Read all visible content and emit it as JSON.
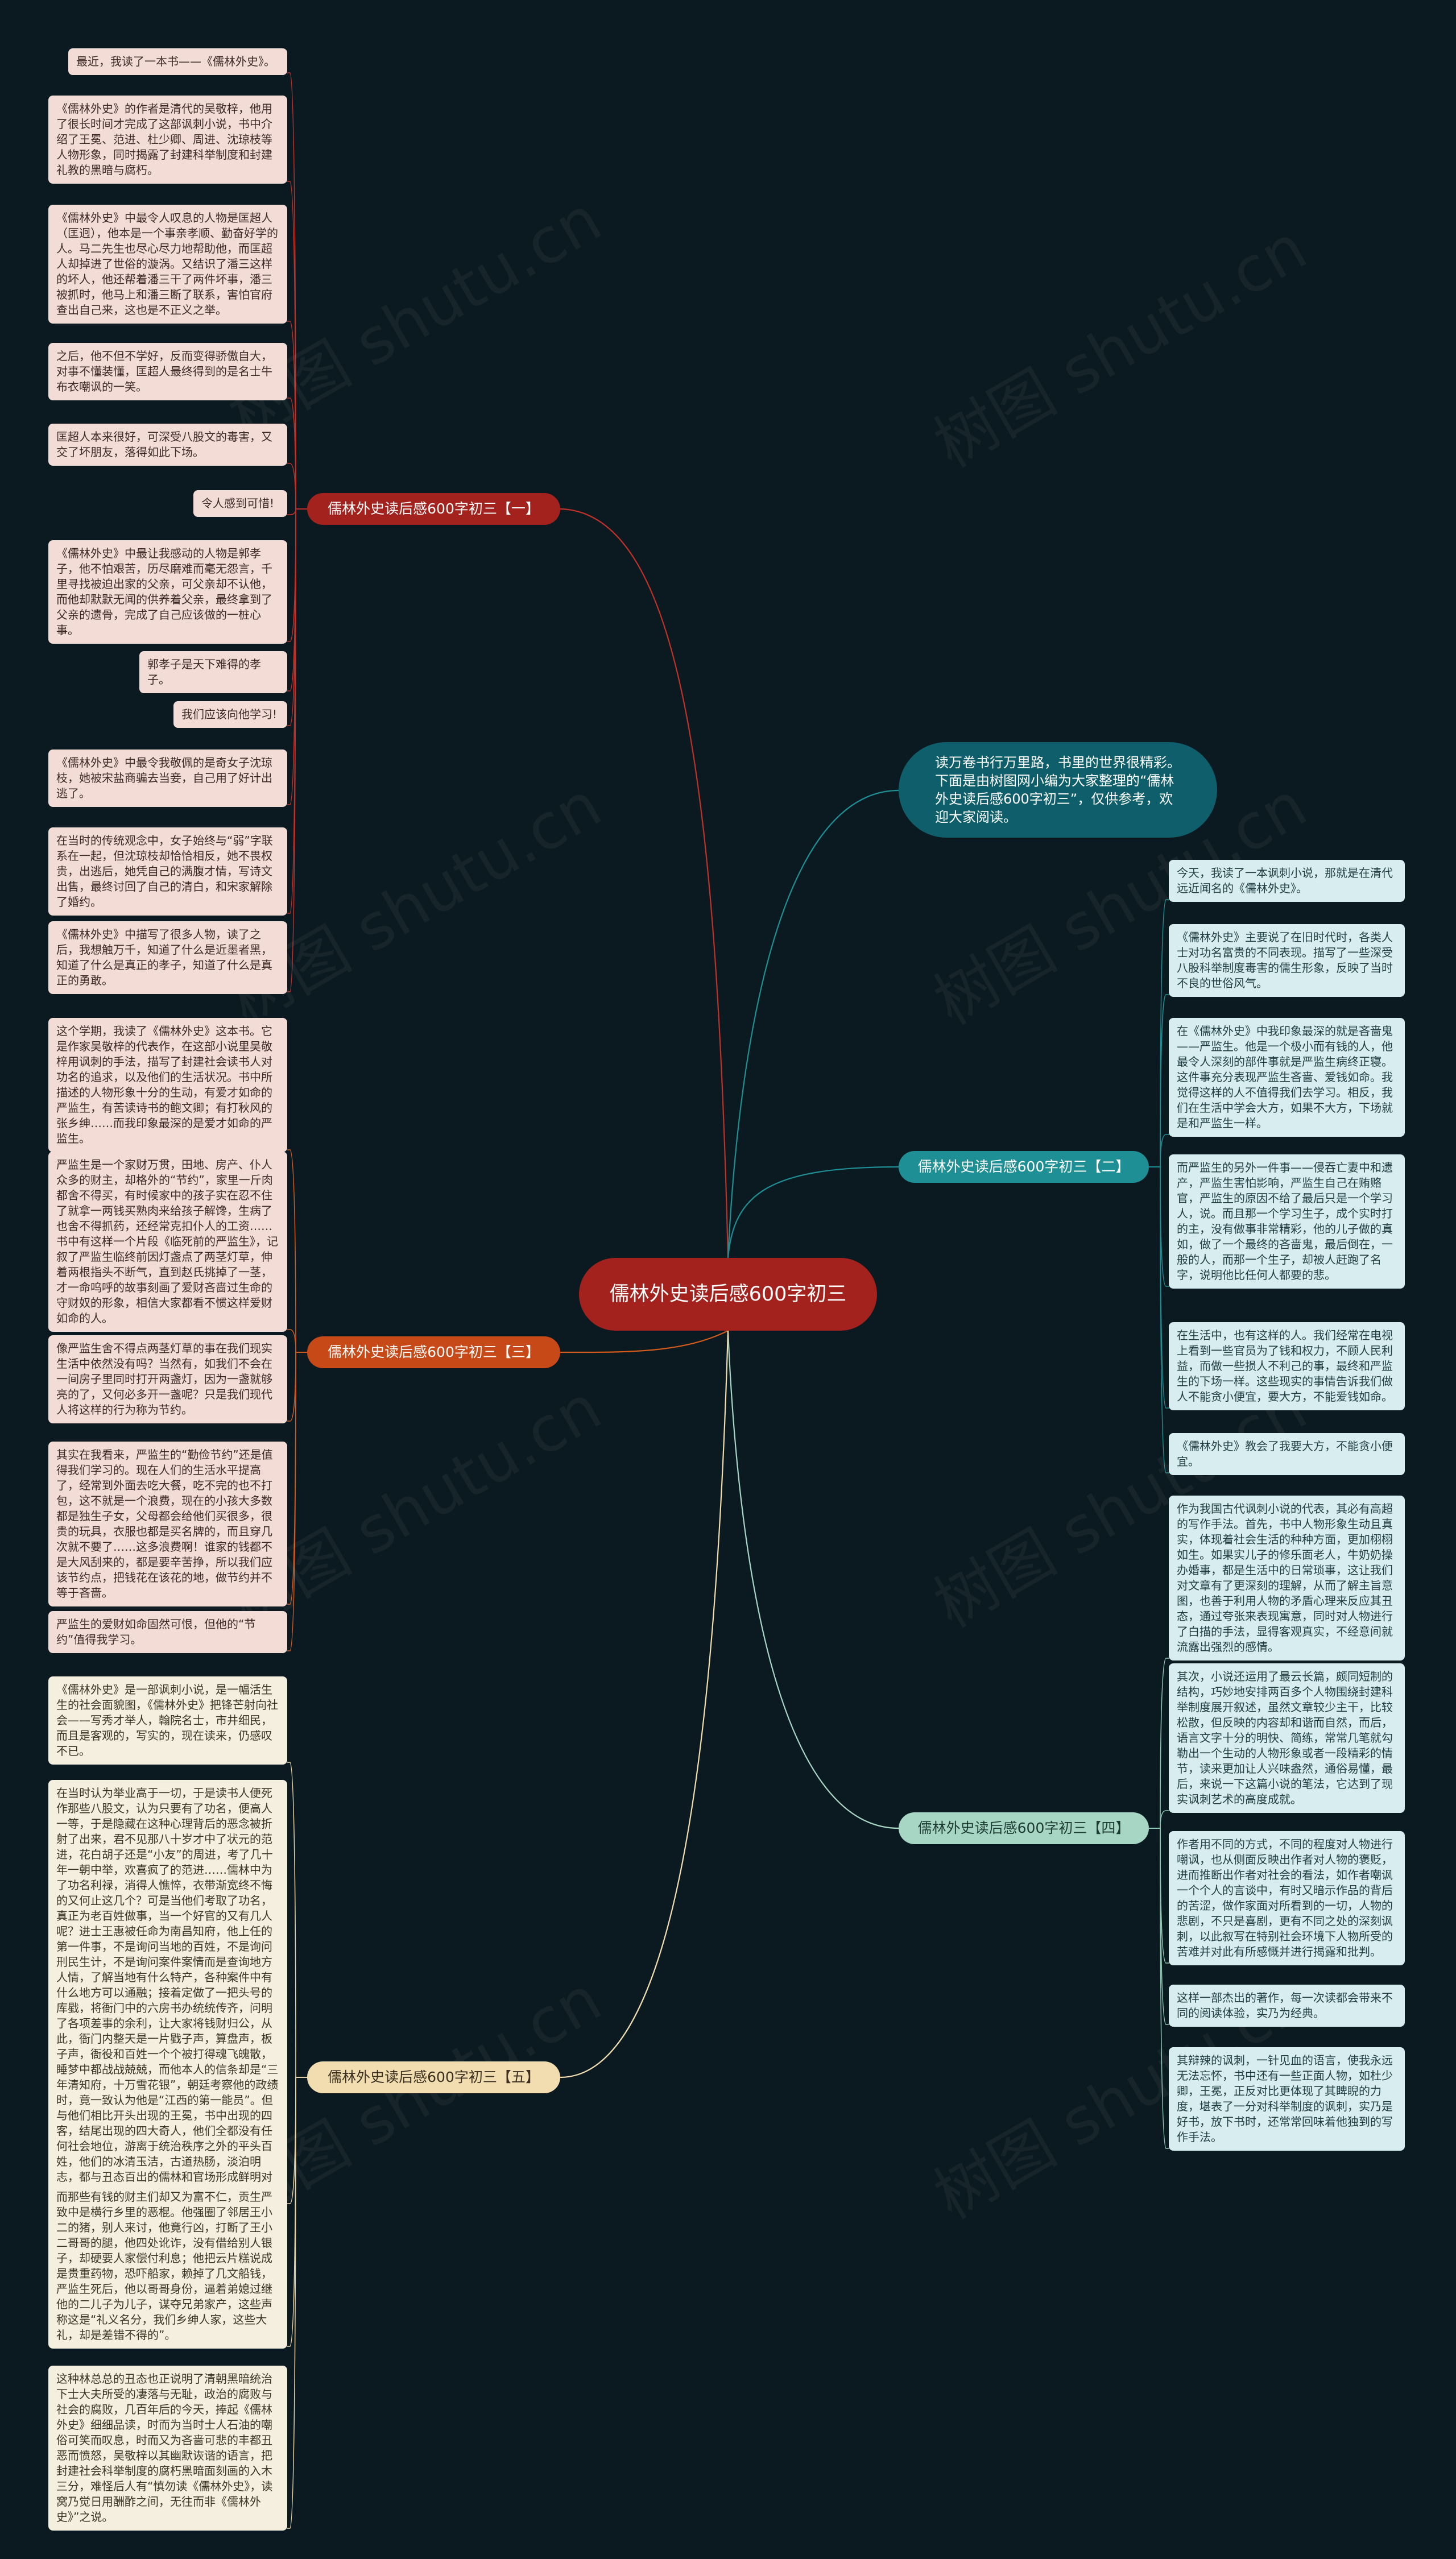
{
  "root": {
    "title": "儒林外史读后感600字初三"
  },
  "intro": {
    "text": "读万卷书行万里路，书里的世界很精彩。下面是由树图网小编为大家整理的“儒林外史读后感600字初三”，仅供参考，欢迎大家阅读。"
  },
  "branches": {
    "b1": {
      "label": "儒林外史读后感600字初三【一】"
    },
    "b2": {
      "label": "儒林外史读后感600字初三【二】"
    },
    "b3": {
      "label": "儒林外史读后感600字初三【三】"
    },
    "b4": {
      "label": "儒林外史读后感600字初三【四】"
    },
    "b5": {
      "label": "儒林外史读后感600字初三【五】"
    }
  },
  "leaves": {
    "b1": [
      "最近，我读了一本书——《儒林外史》。",
      "《儒林外史》的作者是清代的吴敬梓，他用了很长时间才完成了这部讽刺小说，书中介绍了王冕、范进、杜少卿、周进、沈琼枝等人物形象，同时揭露了封建科举制度和封建礼教的黑暗与腐朽。",
      "《儒林外史》中最令人叹息的人物是匡超人（匡迥），他本是一个事亲孝顺、勤奋好学的人。马二先生也尽心尽力地帮助他，而匡超人却掉进了世俗的漩涡。又结识了潘三这样的坏人，他还帮着潘三干了两件坏事，潘三被抓时，他马上和潘三断了联系，害怕官府查出自己来，这也是不正义之举。",
      "之后，他不但不学好，反而变得骄傲自大，对事不懂装懂，匡超人最终得到的是名士牛布衣嘲讽的一笑。",
      "匡超人本来很好，可深受八股文的毒害，又交了坏朋友，落得如此下场。",
      "令人感到可惜!",
      "《儒林外史》中最让我感动的人物是郭孝子，他不怕艰苦，历尽磨难而毫无怨言，千里寻找被迫出家的父亲，可父亲却不认他，而他却默默无闻的供养着父亲，最终拿到了父亲的遗骨，完成了自己应该做的一桩心事。",
      "郭孝子是天下难得的孝子。",
      "我们应该向他学习!",
      "《儒林外史》中最令我敬佩的是奇女子沈琼枝，她被宋盐商骗去当妾，自己用了好计出逃了。",
      "在当时的传统观念中，女子始终与“弱”字联系在一起，但沈琼枝却恰恰相反，她不畏权贵，出逃后，她凭自己的满腹才情，写诗文出售，最终讨回了自己的清白，和宋家解除了婚约。",
      "《儒林外史》中描写了很多人物，读了之后，我想触万千，知道了什么是近墨者黑，知道了什么是真正的孝子，知道了什么是真正的勇敢。"
    ],
    "b2": [
      "今天，我读了一本讽刺小说，那就是在清代远近闻名的《儒林外史》。",
      "《儒林外史》主要说了在旧时代时，各类人士对功名富贵的不同表现。描写了一些深受八股科举制度毒害的儒生形象，反映了当时不良的世俗风气。",
      "在《儒林外史》中我印象最深的就是吝啬鬼——严监生。他是一个极小而有钱的人，他最令人深刻的部件事就是严监生病终正寝。这件事充分表现严监生吝啬、爱钱如命。我觉得这样的人不值得我们去学习。相反，我们在生活中学会大方，如果不大方，下场就是和严监生一样。",
      "而严监生的另外一件事——侵吞亡妻中和遗产，严监生害怕影响，严监生自己在贿赂官，严监生的原因不给了最后只是一个学习人，说。而且那一个学习生子，成个实时打的主，没有做事非常精彩，他的儿子做的真如，做了一个最终的吝啬鬼，最后倒在，一般的人，而那一个生子，却被人赶跑了名字，说明他比任何人都要的悲。",
      "在生活中，也有这样的人。我们经常在电视上看到一些官员为了钱和权力，不顾人民利益，而做一些损人不利己的事，最终和严监生的下场一样。这些现实的事情告诉我们做人不能贪小便宜，要大方，不能爱钱如命。",
      "《儒林外史》教会了我要大方，不能贪小便宜。"
    ],
    "b3": [
      "这个学期，我读了《儒林外史》这本书。它是作家吴敬梓的代表作，在这部小说里吴敬梓用讽刺的手法，描写了封建社会读书人对功名的追求，以及他们的生活状况。书中所描述的人物形象十分的生动，有爱才如命的严监生，有苦读诗书的鲍文卿；有打秋风的张乡绅……而我印象最深的是爱才如命的严监生。",
      "严监生是一个家财万贯，田地、房产、仆人众多的财主，却格外的“节约”，家里一斤肉都舍不得买，有时候家中的孩子实在忍不住了就拿一两钱买熟肉来给孩子解馋，生病了也舍不得抓药，还经常克扣仆人的工资……书中有这样一个片段《临死前的严监生》，记叙了严监生临终前因灯盏点了两茎灯草，伸着两根指头不断气，直到赵氏挑掉了一茎，才一命呜呼的故事刻画了爱财吝啬过生命的守财奴的形象，相信大家都看不惯这样爱财如命的人。",
      "像严监生舍不得点两茎灯草的事在我们现实生活中依然没有吗？当然有，如我们不会在一间房子里同时打开两盏灯，因为一盏就够亮的了，又何必多开一盏呢？只是我们现代人将这样的行为称为节约。",
      "其实在我看来，严监生的“勤俭节约”还是值得我们学习的。现在人们的生活水平提高了，经常到外面去吃大餐，吃不完的也不打包，这不就是一个浪费，现在的小孩大多数都是独生子女，父母都会给他们买很多，很贵的玩具，衣服也都是买名牌的，而且穿几次就不要了……这多浪费啊！谁家的钱都不是大风刮来的，都是要辛苦挣，所以我们应该节约点，把钱花在该花的地，做节约并不等于吝啬。",
      "严监生的爱财如命固然可恨，但他的“节约”值得我学习。"
    ],
    "b4": [
      "作为我国古代讽刺小说的代表，其必有高超的写作手法。首先，书中人物形象生动且真实，体现着社会生活的种种方面，更加栩栩如生。如果实儿子的修乐面老人，牛奶奶操办婚事，都是生活中的日常琐事，这让我们对文章有了更深刻的理解，从而了解主旨意图，也善于利用人物的矛盾心理来反应其丑态，通过夸张来表现寓意，同时对人物进行了白描的手法，显得客观真实，不经意间就流露出强烈的感情。",
      "其次，小说还运用了最云长篇，颇同短制的结构，巧妙地安排两百多个人物围绕封建科举制度展开叙述，虽然文章较少主干，比较松散，但反映的内容却和谐而自然，而后，语言文字十分的明快、简练，常常几笔就勾勒出一个生动的人物形象或者一段精彩的情节，读来更加让人兴味盎然，通俗易懂，最后，来说一下这篇小说的笔法，它达到了现实讽刺艺术的高度成就。",
      "作者用不同的方式，不同的程度对人物进行嘲讽，也从侧面反映出作者对人物的褒贬，进而推断出作者对社会的看法，如作者嘲讽一个个人的言谈中，有时又暗示作品的背后的苦涩，做作家面对所看到的一切，人物的悲剧，不只是喜剧，更有不同之处的深刻讽刺，以此叙写在特别社会环境下人物所受的苦难并对此有所感慨并进行揭露和批判。",
      "这样一部杰出的著作，每一次读都会带来不同的阅读体验，实乃为经典。",
      "其辩辣的讽刺，一针见血的语言，使我永远无法忘怀，书中还有一些正面人物，如杜少卿，王冕，正反对比更体现了其睥睨的力度，堪表了一分对科举制度的讽刺，实乃是好书，放下书时，还常常回味着他独到的写作手法。"
    ],
    "b5": [
      "《儒林外史》是一部讽刺小说，是一幅活生生的社会面貌图，《儒林外史》把锋芒射向社会——写秀才举人，翰院名士，市井细民，而且是客观的，写实的，现在读来，仍感叹不已。",
      "在当时认为举业高于一切，于是读书人便死作那些八股文，认为只要有了功名，便高人一等，于是隐藏在这种心理背后的恶念被折射了出来，君不见那八十岁才中了状元的范进，花白胡子还是“小友”的周进，考了几十年一朝中举，欢喜疯了的范进……儒林中为了功名利禄，消得人憔悴，衣带渐宽终不悔的又何止这几个？可是当他们考取了功名，真正为老百姓做事，当一个好官的又有几人呢？进士王惠被任命为南昌知府，他上任的第一件事，不是询问当地的百姓，不是询问刑民生计，不是询问案件案情而是查询地方人情，了解当地有什么特产，各种案件中有什么地方可以通融；接着定做了一把头号的库戥，将衙门中的六房书办统统传齐，问明了各项差事的余利，让大家将钱财归公，从此，衙门内整天是一片戥子声，算盘声，板子声，衙役和百姓一个个被打得魂飞魄散，睡梦中都战战兢兢，而他本人的信条却是“三年清知府，十万雪花银”，朝廷考察他的政绩时，竟一致认为他是“江西的第一能员”。但与他们相比开头出现的王冕，书中出现的四客，结尾出现的四大奇人，他们全都没有任何社会地位，游离于统治秩序之外的平头百姓，他们的冰清玉洁，古道热肠，淡泊明志，都与丑态百出的儒林和官场形成鲜明对照。",
      "而那些有钱的财主们却又为富不仁，贡生严致中是横行乡里的恶棍。他强圈了邻居王小二的猪，别人来讨，他竟行凶，打断了王小二哥哥的腿，他四处讹诈，没有借给别人银子，却硬要人家偿付利息；他把云片糕说成是贵重药物，恐吓船家，赖掉了几文船钱，严监生死后，他以哥哥身份，逼着弟媳过继他的二儿子为儿子，谋夺兄弟家产，这些声称这是“礼义名分，我们乡绅人家，这些大礼，却是差错不得的”。",
      "这种林总总的丑态也正说明了清朝黑暗统治下士大夫所受的凄落与无耻，政治的腐败与社会的腐败，几百年后的今天，捧起《儒林外史》细细品读，时而为当时士人石油的嘲俗可笑而叹息，时而又为吝啬可悲的丰都丑恶而愤怒，吴敬梓以其幽默诙谐的语言，把封建社会科举制度的腐朽黑暗面刻画的入木三分，难怪后人有“慎勿读《儒林外史》，读窝乃觉日用酬酢之间，无往而非《儒林外史》”之说。"
    ]
  },
  "watermark": "树图 shutu.cn",
  "colors": {
    "background": "#0b1a20",
    "branch1": "#a3221d",
    "branch2": "#1e8f94",
    "branch3": "#c74917",
    "branch4": "#a7d7c4",
    "branch5": "#f2ddb0"
  }
}
